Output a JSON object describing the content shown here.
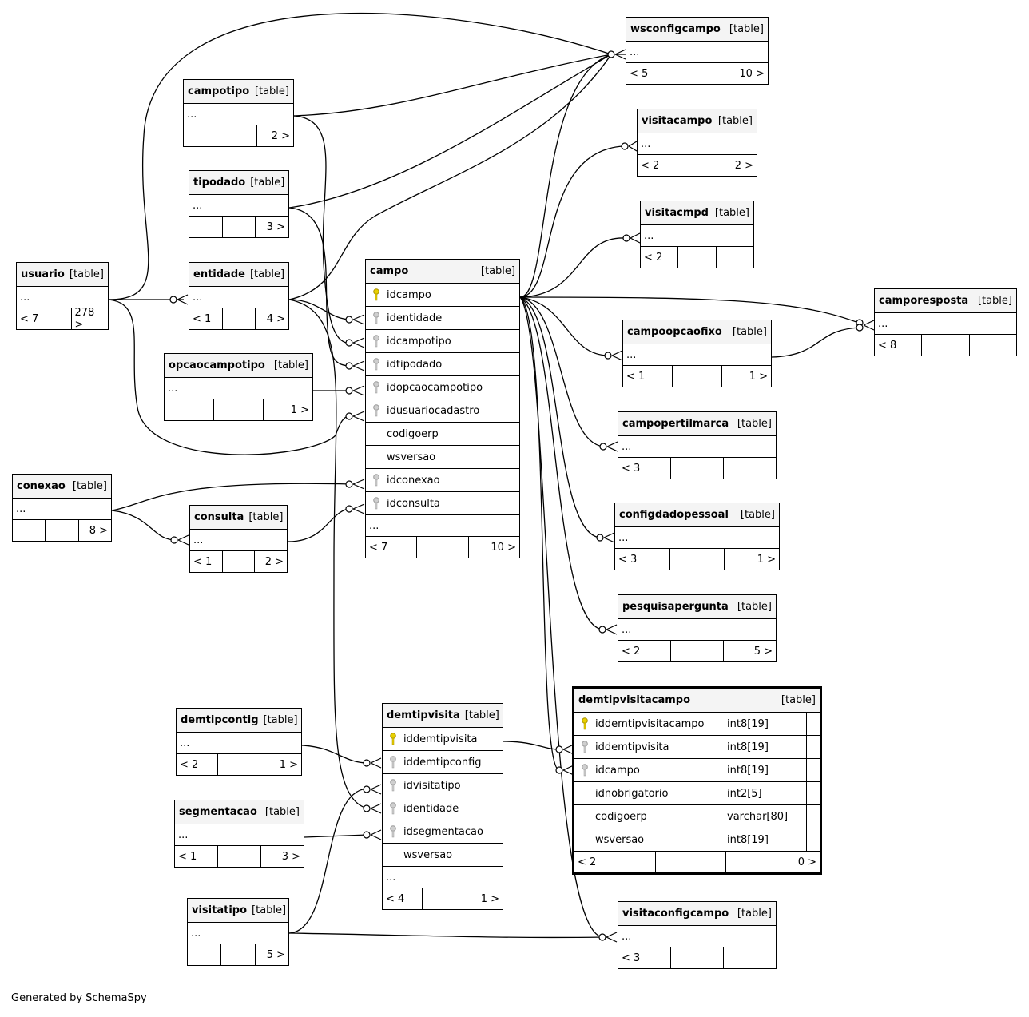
{
  "credit": "Generated by SchemaSpy",
  "kind_label": "[table]",
  "ellipsis": "...",
  "tables": {
    "wsconfigcampo": {
      "name": "wsconfigcampo",
      "foot": [
        "< 5",
        "",
        "10 >"
      ]
    },
    "campotipo": {
      "name": "campotipo",
      "foot": [
        "",
        "",
        "2 >"
      ]
    },
    "visitacampo": {
      "name": "visitacampo",
      "foot": [
        "< 2",
        "",
        "2 >"
      ]
    },
    "tipodado": {
      "name": "tipodado",
      "foot": [
        "",
        "",
        "3 >"
      ]
    },
    "visitacmpd": {
      "name": "visitacmpd",
      "foot": [
        "< 2",
        "",
        ""
      ]
    },
    "usuario": {
      "name": "usuario",
      "foot": [
        "< 7",
        "",
        "278 >"
      ]
    },
    "entidade": {
      "name": "entidade",
      "foot": [
        "< 1",
        "",
        "4 >"
      ]
    },
    "camporesposta": {
      "name": "camporesposta",
      "foot": [
        "< 8",
        "",
        ""
      ]
    },
    "campoopcaofixo": {
      "name": "campoopcaofixo",
      "foot": [
        "< 1",
        "",
        "1 >"
      ]
    },
    "opcaocampotipo": {
      "name": "opcaocampotipo",
      "foot": [
        "",
        "",
        "1 >"
      ]
    },
    "campopertilmarca": {
      "name": "campopertilmarca",
      "foot": [
        "< 3",
        "",
        ""
      ]
    },
    "conexao": {
      "name": "conexao",
      "foot": [
        "",
        "",
        "8 >"
      ]
    },
    "consulta": {
      "name": "consulta",
      "foot": [
        "< 1",
        "",
        "2 >"
      ]
    },
    "configdadopessoal": {
      "name": "configdadopessoal",
      "foot": [
        "< 3",
        "",
        "1 >"
      ]
    },
    "pesquisapergunta": {
      "name": "pesquisapergunta",
      "foot": [
        "< 2",
        "",
        "5 >"
      ]
    },
    "demtipcontig": {
      "name": "demtipcontig",
      "foot": [
        "< 2",
        "",
        "1 >"
      ]
    },
    "segmentacao": {
      "name": "segmentacao",
      "foot": [
        "< 1",
        "",
        "3 >"
      ]
    },
    "visitatipo": {
      "name": "visitatipo",
      "foot": [
        "",
        "",
        "5 >"
      ]
    },
    "visitaconfigcampo": {
      "name": "visitaconfigcampo",
      "foot": [
        "< 3",
        "",
        ""
      ]
    },
    "campo": {
      "name": "campo",
      "columns": [
        "idcampo",
        "identidade",
        "idcampotipo",
        "idtipodado",
        "idopcaocampotipo",
        "idusuariocadastro",
        "codigoerp",
        "wsversao",
        "idconexao",
        "idconsulta"
      ],
      "foot": [
        "< 7",
        "",
        "10 >"
      ]
    },
    "demtipvisita": {
      "name": "demtipvisita",
      "columns": [
        "iddemtipvisita",
        "iddemtipconfig",
        "idvisitatipo",
        "identidade",
        "idsegmentacao",
        "wsversao"
      ],
      "foot": [
        "< 4",
        "",
        "1 >"
      ]
    },
    "demtipvisitacampo": {
      "name": "demtipvisitacampo",
      "columns": [
        {
          "name": "iddemtipvisitacampo",
          "type": "int8[19]"
        },
        {
          "name": "iddemtipvisita",
          "type": "int8[19]"
        },
        {
          "name": "idcampo",
          "type": "int8[19]"
        },
        {
          "name": "idnobrigatorio",
          "type": "int2[5]"
        },
        {
          "name": "codigoerp",
          "type": "varchar[80]"
        },
        {
          "name": "wsversao",
          "type": "int8[19]"
        }
      ],
      "foot": [
        "< 2",
        "",
        "0 >"
      ]
    }
  }
}
